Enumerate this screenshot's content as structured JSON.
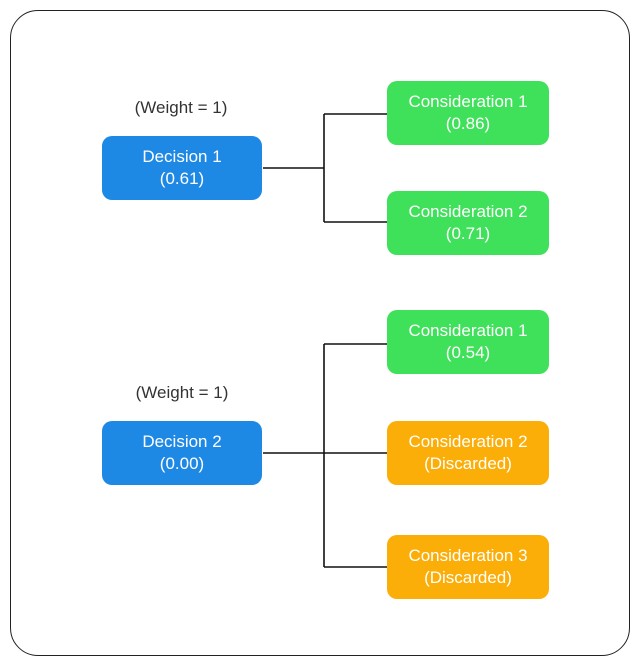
{
  "colors": {
    "decision": "#1e88e5",
    "consideration_kept": "#3fe05a",
    "consideration_discarded": "#fbad08",
    "line": "#111111",
    "frame": "#222222"
  },
  "decisions": [
    {
      "weight_label": "(Weight = 1)",
      "title": "Decision 1",
      "score": "(0.61)",
      "considerations": [
        {
          "title": "Consideration 1",
          "value": "(0.86)",
          "status": "kept"
        },
        {
          "title": "Consideration 2",
          "value": "(0.71)",
          "status": "kept"
        }
      ]
    },
    {
      "weight_label": "(Weight = 1)",
      "title": "Decision 2",
      "score": "(0.00)",
      "considerations": [
        {
          "title": "Consideration 1",
          "value": "(0.54)",
          "status": "kept"
        },
        {
          "title": "Consideration 2",
          "value": "(Discarded)",
          "status": "discarded"
        },
        {
          "title": "Consideration 3",
          "value": "(Discarded)",
          "status": "discarded"
        }
      ]
    }
  ]
}
